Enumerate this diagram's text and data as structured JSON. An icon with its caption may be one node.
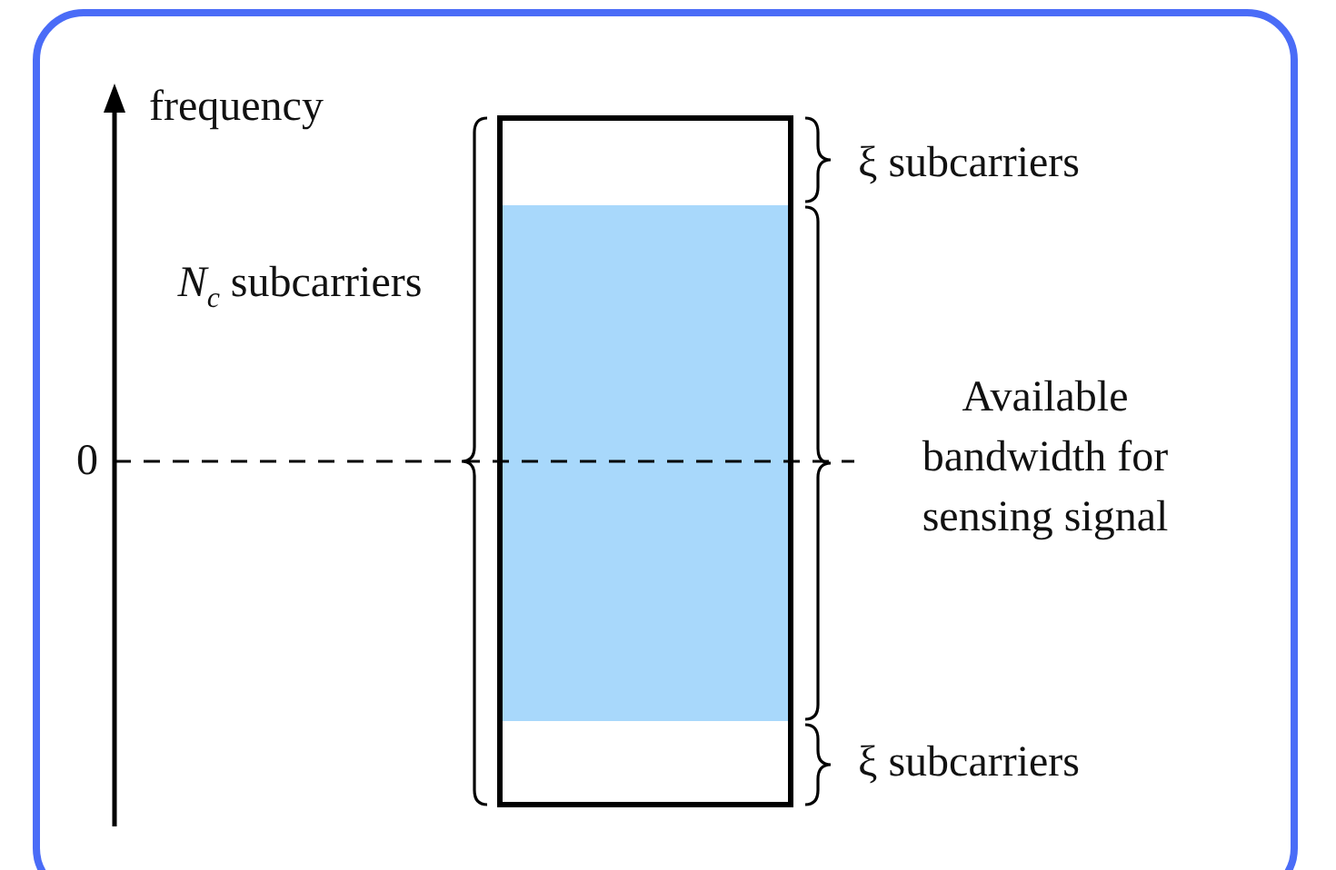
{
  "diagram": {
    "labels": [
      "frequency",
      "0",
      "*N*$_{c}$ subcarriers",
      "ξ subcarriers",
      "Available bandwidth for sensing signal",
      "ξ subcarriers"
    ]
  }
}
